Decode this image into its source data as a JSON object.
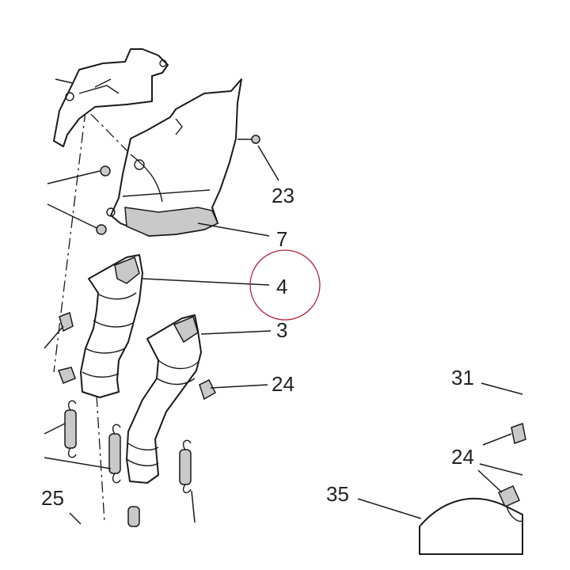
{
  "diagram": {
    "highlight_color": "#b3243c",
    "line_color": "#1a1a1a",
    "callouts": {
      "c23": "23",
      "c7": "7",
      "c4": "4",
      "c3": "3",
      "c24a": "24",
      "c31": "31",
      "c24b": "24",
      "c35": "35",
      "c25": "25"
    }
  }
}
